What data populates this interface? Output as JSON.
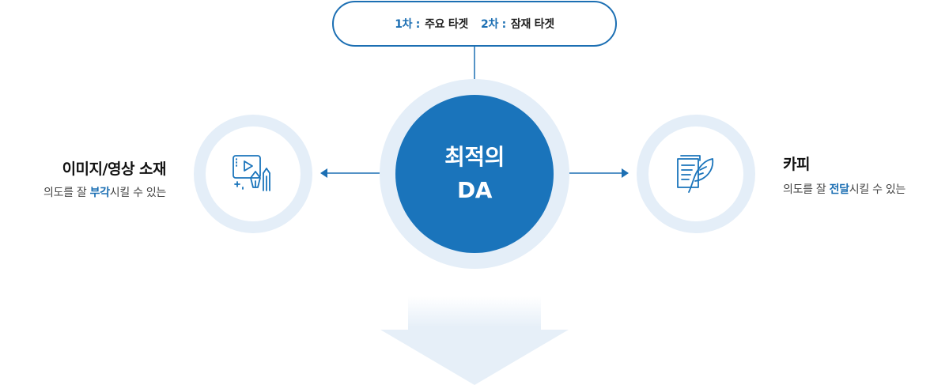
{
  "targets": [
    {
      "label": "1차 :",
      "value": "주요 타겟"
    },
    {
      "label": "2차 :",
      "value": "잠재 타겟"
    }
  ],
  "center": {
    "line1": "최적의",
    "line2": "DA"
  },
  "left": {
    "title": "이미지/영상 소재",
    "desc_prefix": "의도를 잘 ",
    "desc_highlight": "부각",
    "desc_suffix": "시킬 수 있는",
    "icon": "video-pen-icon"
  },
  "right": {
    "title": "카피",
    "desc_prefix": "의도를 잘 ",
    "desc_highlight": "전달",
    "desc_suffix": "시킬 수 있는",
    "icon": "document-quill-icon"
  },
  "colors": {
    "accent": "#1a74bb",
    "halo": "#e4eef8",
    "arrow_light": "#e6eff8"
  }
}
